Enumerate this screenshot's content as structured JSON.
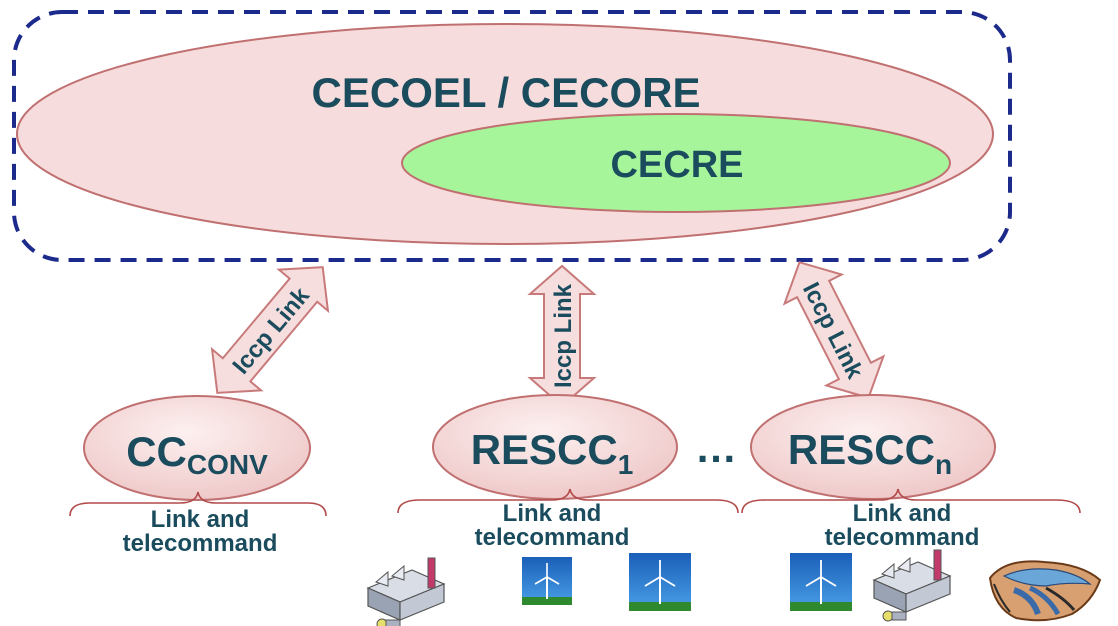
{
  "nodes": {
    "main_label": "CECOEL / CECORE",
    "inner_label": "CECRE",
    "cc_conv": {
      "main": "CC",
      "sub": "CONV"
    },
    "rescc_1": {
      "main": "RESCC",
      "sub": "1"
    },
    "rescc_n": {
      "main": "RESCC",
      "sub": "n"
    },
    "ellipsis": "…"
  },
  "links": {
    "left": "Iccp Link",
    "middle": "Iccp Link",
    "right": "Iccp Link"
  },
  "braces": {
    "left": {
      "line1": "Link and",
      "line2": "telecommand"
    },
    "middle": {
      "line1": "Link and",
      "line2": "telecommand"
    },
    "right": {
      "line1": "Link and",
      "line2": "telecommand"
    }
  },
  "icons": [
    "factory-icon",
    "wind-turbine-icon",
    "wind-turbine-icon",
    "wind-turbine-icon",
    "factory-icon",
    "hydro-dam-icon"
  ],
  "colors": {
    "border_dash": "#1c2a8c",
    "outer_ellipse": "#f6dcdc",
    "inner_ellipse": "#a6f59a",
    "text": "#1a4c5e",
    "arrow": "#f7dede"
  }
}
